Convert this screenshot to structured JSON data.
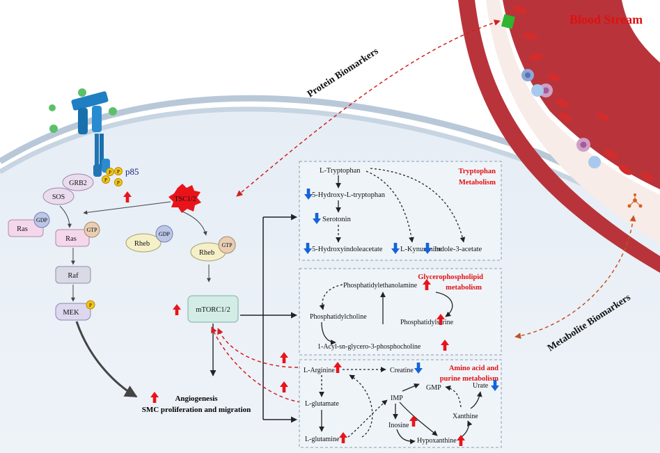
{
  "blood_stream": {
    "label": "Blood Stream"
  },
  "biomarkers": {
    "protein": "Protein Biomarkers",
    "metabolite": "Metabolite Biomarkers"
  },
  "receptor": {
    "p85": "p85",
    "p_label": "P"
  },
  "signaling": {
    "grb2": "GRB2",
    "sos": "SOS",
    "ras": "Ras",
    "gdp": "GDP",
    "gtp": "GTP",
    "raf": "Raf",
    "mek": "MEK",
    "tsc": "TSC1/2",
    "rheb": "Rheb",
    "mtorc": "mTORC1/2"
  },
  "outcome": {
    "line1": "Angiogenesis",
    "line2": "SMC proliferation and migration"
  },
  "tryptophan": {
    "title_line1": "Tryptophan",
    "title_line2": "Metabolism",
    "l_tryptophan": "L-Tryptophan",
    "hydroxy": "5-Hydroxy-L-tryptophan",
    "serotonin": "Serotonin",
    "hiaa": "5-Hydroxyindoleacetate",
    "kynurenine": "L-Kynurenine",
    "indole": "Indole-3-acetate"
  },
  "glycero": {
    "title_line1": "Glycerophospholipid",
    "title_line2": "metabolism",
    "pe": "Phosphatidylethanolamine",
    "pc": "Phosphatidylcholine",
    "ps": "Phosphatidylserine",
    "acyl": "1-Acyl-sn-glycero-3-phosphocholine"
  },
  "amino": {
    "title_line1": "Amino acid  and",
    "title_line2": "purine metabolism",
    "arginine": "L-Arginine",
    "creatine": "Creatine",
    "gmp": "GMP",
    "urate": "Urate",
    "glutamate": "L-glutamate",
    "imp": "IMP",
    "inosine": "Inosine",
    "xanthine": "Xanthine",
    "glutamine": "L-glutamine",
    "hypoxanthine": "Hypoxanthine"
  },
  "colors": {
    "up_arrow": "#e8141a",
    "down_arrow": "#1463d9",
    "red_text": "#e01010",
    "vessel": "#b8343a"
  }
}
